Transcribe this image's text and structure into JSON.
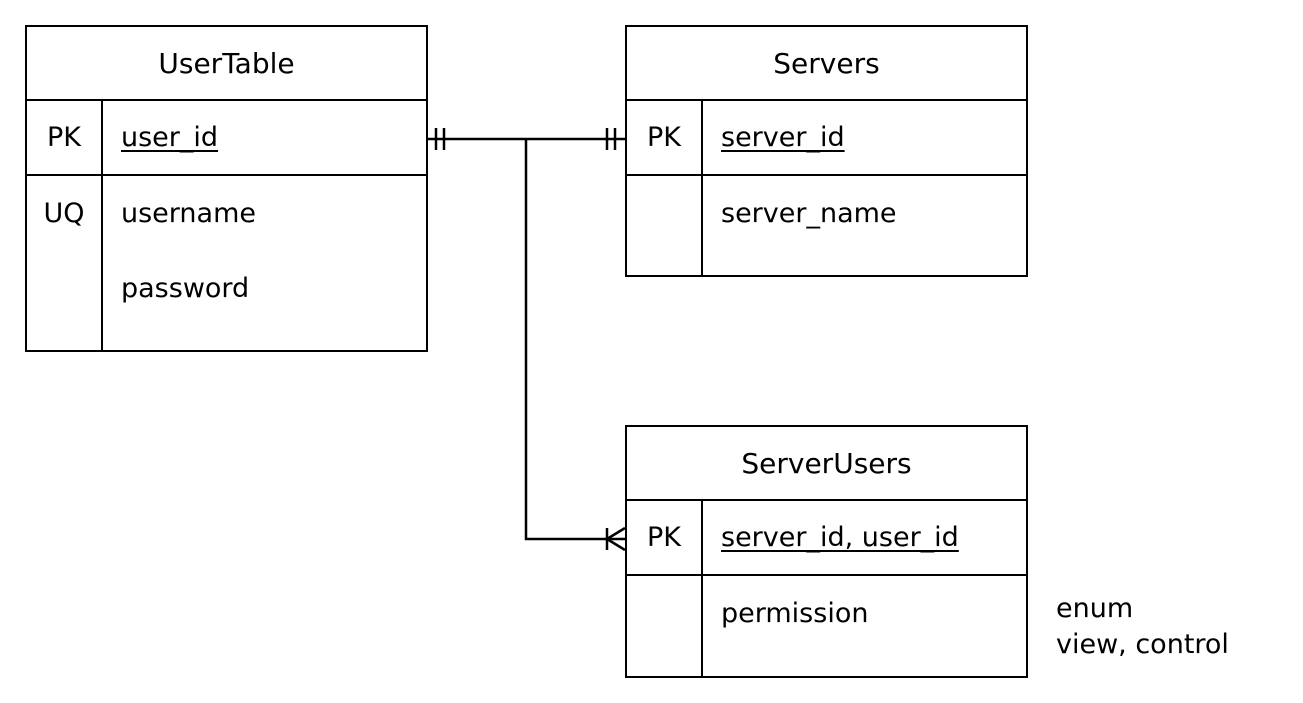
{
  "tables": {
    "user_table": {
      "name": "UserTable",
      "pk_key": "PK",
      "pk_field": "user_id",
      "fields": [
        {
          "key": "UQ",
          "name": "username"
        },
        {
          "key": "",
          "name": "password"
        }
      ]
    },
    "servers": {
      "name": "Servers",
      "pk_key": "PK",
      "pk_field": "server_id",
      "fields": [
        {
          "key": "",
          "name": "server_name"
        }
      ]
    },
    "server_users": {
      "name": "ServerUsers",
      "pk_key": "PK",
      "pk_field": "server_id, user_id",
      "fields": [
        {
          "key": "",
          "name": "permission"
        }
      ]
    }
  },
  "notes": {
    "permission_type": "enum",
    "permission_values": "view, control"
  },
  "relationships": [
    {
      "from": "UserTable.user_id",
      "from_cardinality": "one-and-only-one",
      "to": "Servers.server_id",
      "to_cardinality": "one-and-only-one"
    },
    {
      "from": "UserTable.user_id",
      "from_cardinality": "one-and-only-one",
      "to": "ServerUsers.server_id, user_id",
      "to_cardinality": "one-or-many"
    }
  ]
}
